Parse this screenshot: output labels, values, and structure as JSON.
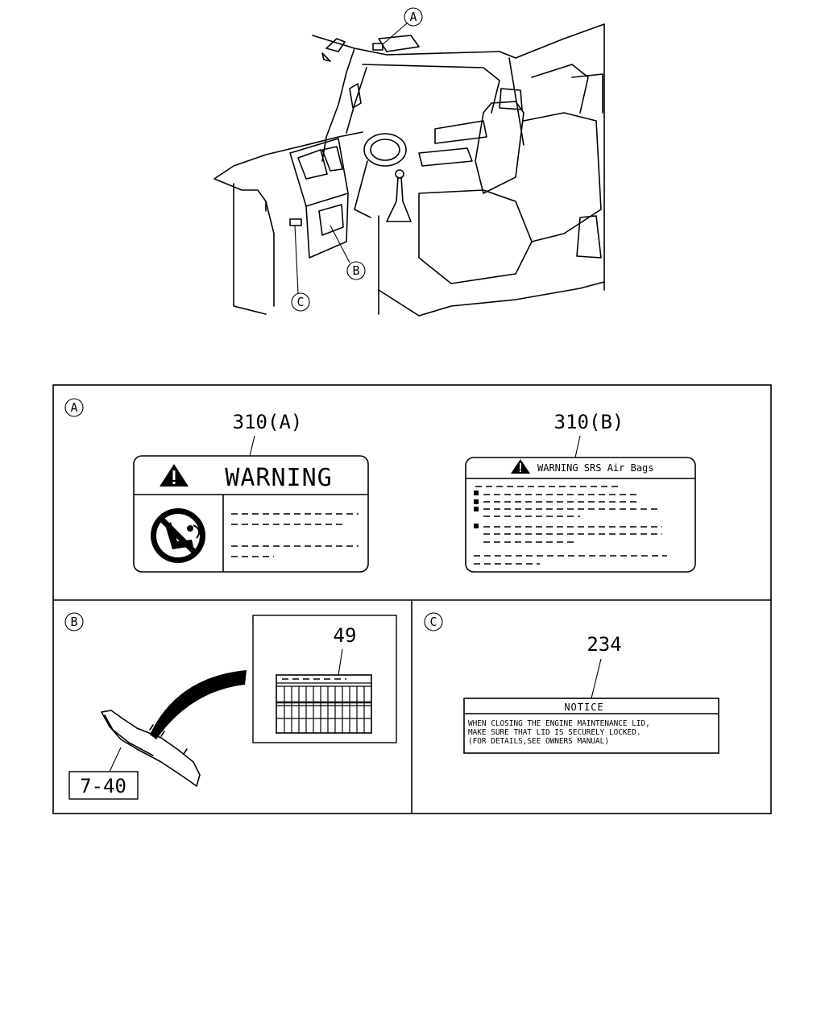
{
  "overview": {
    "callouts": [
      "A",
      "B",
      "C"
    ]
  },
  "panels": {
    "a": {
      "marker": "A",
      "label_1": {
        "part_number": "310(A)",
        "header_text": "WARNING"
      },
      "label_2": {
        "part_number": "310(B)",
        "header_text": "WARNING SRS Air Bags"
      }
    },
    "b": {
      "marker": "B",
      "part_number": "49",
      "reference": "7-40"
    },
    "c": {
      "marker": "C",
      "part_number": "234",
      "notice_title": "NOTICE",
      "notice_lines": [
        "WHEN CLOSING THE ENGINE MAINTENANCE LID,",
        "MAKE SURE THAT LID IS SECURELY LOCKED.",
        "(FOR DETAILS,SEE OWNERS MANUAL)"
      ]
    }
  }
}
